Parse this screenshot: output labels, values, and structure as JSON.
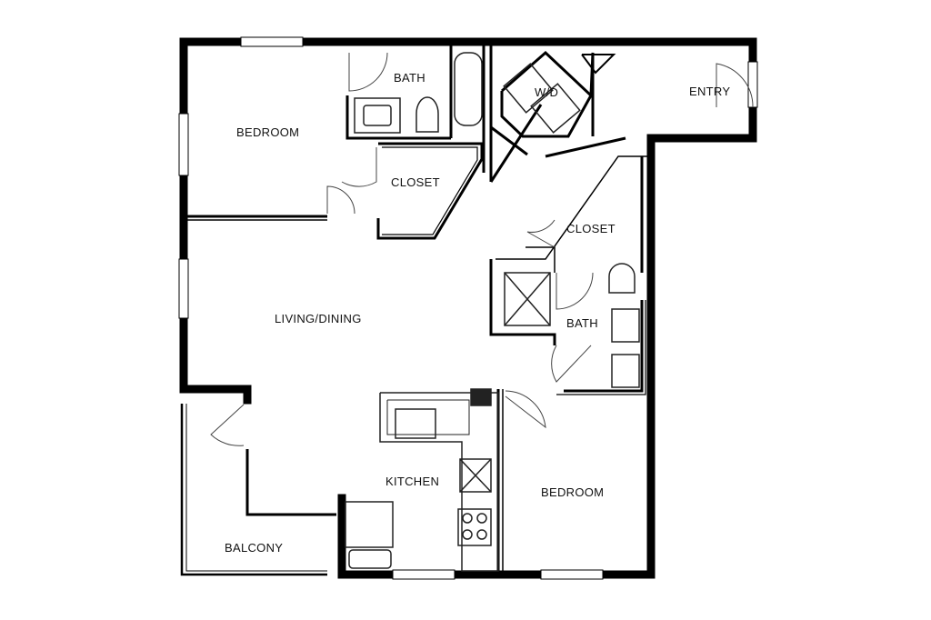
{
  "plan": {
    "rooms": {
      "bedroom_1": "BEDROOM",
      "bath_1": "BATH",
      "closet_1": "CLOSET",
      "wd": "W/D",
      "entry": "ENTRY",
      "closet_2": "CLOSET",
      "living_dining": "LIVING/DINING",
      "bath_2": "BATH",
      "kitchen": "KITCHEN",
      "bedroom_2": "BEDROOM",
      "balcony": "BALCONY"
    },
    "colors": {
      "wall": "#000000",
      "fixture": "#222222",
      "window": "#ffffff",
      "background": "#ffffff"
    }
  }
}
